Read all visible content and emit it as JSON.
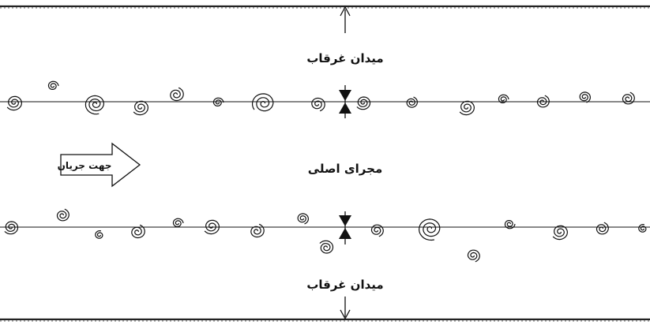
{
  "labels": {
    "top_zone": "میدان غرقاب",
    "middle_zone": "مجرای اصلی",
    "bottom_zone": "میدان غرقاب",
    "flow_direction": "جهت جریان"
  },
  "colors": {
    "ink": "#111111",
    "background": "#ffffff"
  },
  "icons": {
    "eddy": "spiral-icon",
    "flow": "right-arrow-icon"
  }
}
